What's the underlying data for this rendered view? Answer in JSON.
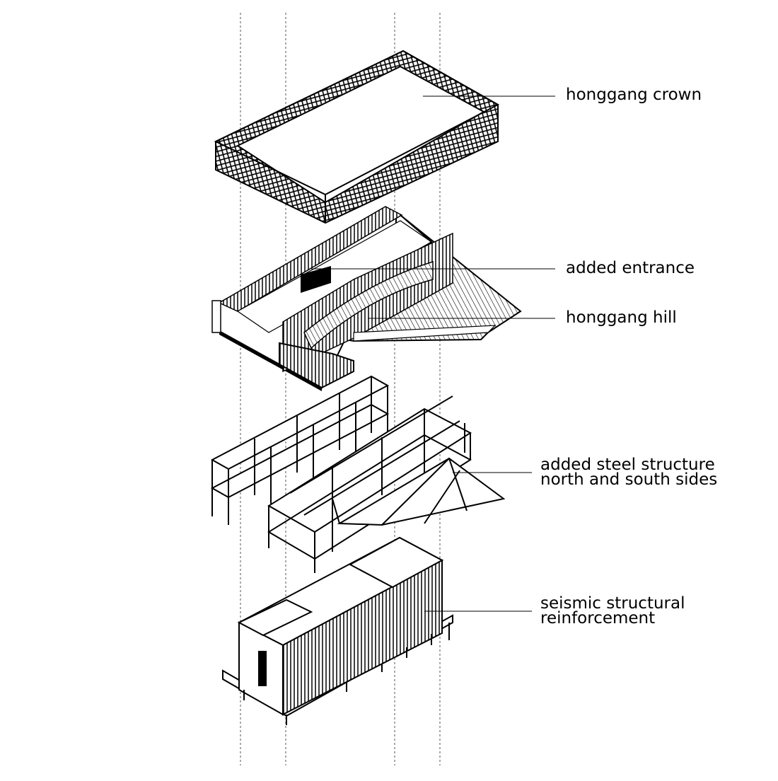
{
  "colors": {
    "ink": "#000000",
    "paper": "#ffffff",
    "guide": "#555555"
  },
  "labels": {
    "crown": "honggang crown",
    "entrance": "added entrance",
    "hill": "honggang hill",
    "steel_line1": "added steel structure",
    "steel_line2": "north and south sides",
    "seismic_line1": "seismic structural",
    "seismic_line2": "reinforcement"
  }
}
